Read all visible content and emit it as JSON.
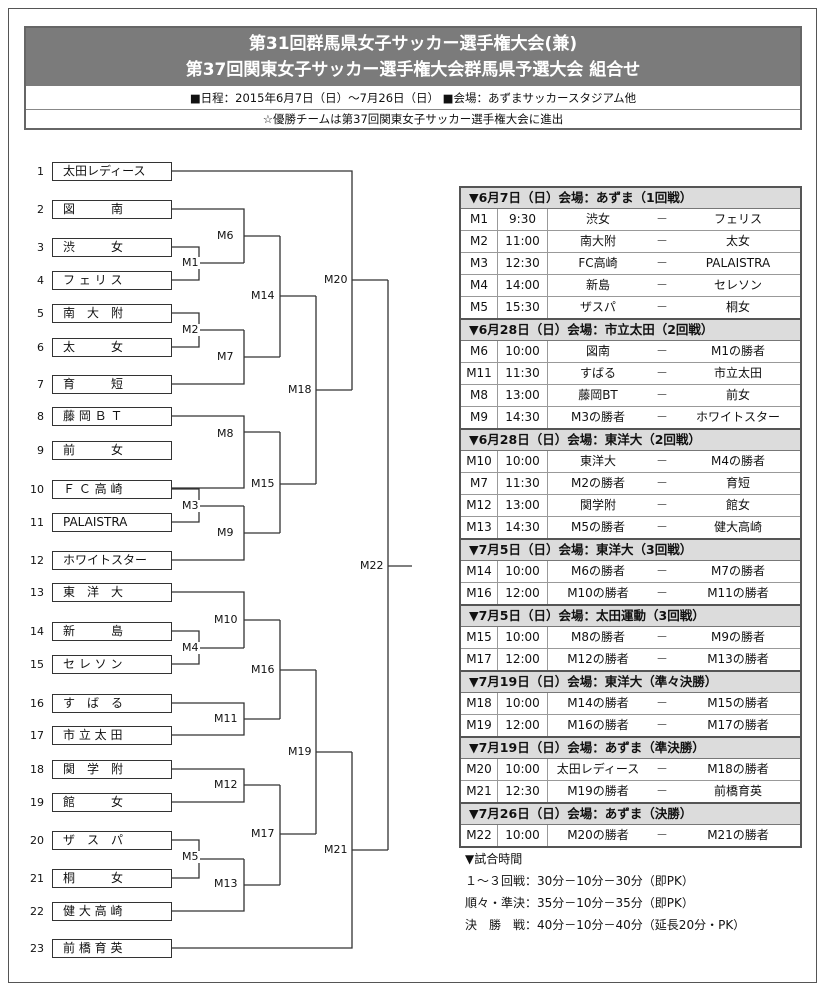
{
  "header": {
    "title_line1": "第31回群馬県女子サッカー選手権大会(兼)",
    "title_line2": "第37回関東女子サッカー選手権大会群馬県予選大会 組合せ",
    "info": "■日程：2015年6月7日（日）～7月26日（日） ■会場：あずまサッカースタジアム他",
    "note": "☆優勝チームは第37回関東女子サッカー選手権大会に進出"
  },
  "teams": [
    {
      "no": "1",
      "name": "太田レディース"
    },
    {
      "no": "2",
      "name": "図　　　南"
    },
    {
      "no": "3",
      "name": "渋　　　女"
    },
    {
      "no": "4",
      "name": "フ ェ リ ス"
    },
    {
      "no": "5",
      "name": "南　大　附"
    },
    {
      "no": "6",
      "name": "太　　　女"
    },
    {
      "no": "7",
      "name": "育　　　短"
    },
    {
      "no": "8",
      "name": "藤 岡 Ｂ Ｔ"
    },
    {
      "no": "9",
      "name": "前　　　女"
    },
    {
      "no": "10",
      "name": "Ｆ Ｃ 高 崎"
    },
    {
      "no": "11",
      "name": "PALAISTRA"
    },
    {
      "no": "12",
      "name": "ホワイトスター"
    },
    {
      "no": "13",
      "name": "東　洋　大"
    },
    {
      "no": "14",
      "name": "新　　　島"
    },
    {
      "no": "15",
      "name": "セ レ ソ ン"
    },
    {
      "no": "16",
      "name": "す　ば　る"
    },
    {
      "no": "17",
      "name": "市 立 太 田"
    },
    {
      "no": "18",
      "name": "関　学　附"
    },
    {
      "no": "19",
      "name": "館　　　女"
    },
    {
      "no": "20",
      "name": "ザ　ス　パ"
    },
    {
      "no": "21",
      "name": "桐　　　女"
    },
    {
      "no": "22",
      "name": "健 大 高 崎"
    },
    {
      "no": "23",
      "name": "前 橋 育 英"
    }
  ],
  "match_labels": {
    "M1": "M1",
    "M2": "M2",
    "M3": "M3",
    "M4": "M4",
    "M5": "M5",
    "M6": "M6",
    "M7": "M7",
    "M8": "M8",
    "M9": "M9",
    "M10": "M10",
    "M11": "M11",
    "M12": "M12",
    "M13": "M13",
    "M14": "M14",
    "M15": "M15",
    "M16": "M16",
    "M17": "M17",
    "M18": "M18",
    "M19": "M19",
    "M20": "M20",
    "M21": "M21",
    "M22": "M22"
  },
  "schedule": [
    {
      "header": "▼6月7日（日）会場：あずま（1回戦）",
      "rows": [
        {
          "id": "M1",
          "time": "9:30",
          "home": "渋女",
          "sep": "－",
          "away": "フェリス"
        },
        {
          "id": "M2",
          "time": "11:00",
          "home": "南大附",
          "sep": "－",
          "away": "太女"
        },
        {
          "id": "M3",
          "time": "12:30",
          "home": "FC高崎",
          "sep": "－",
          "away": "PALAISTRA"
        },
        {
          "id": "M4",
          "time": "14:00",
          "home": "新島",
          "sep": "－",
          "away": "セレソン"
        },
        {
          "id": "M5",
          "time": "15:30",
          "home": "ザスパ",
          "sep": "－",
          "away": "桐女"
        }
      ]
    },
    {
      "header": "▼6月28日（日）会場：市立太田（2回戦）",
      "rows": [
        {
          "id": "M6",
          "time": "10:00",
          "home": "図南",
          "sep": "－",
          "away": "M1の勝者"
        },
        {
          "id": "M11",
          "time": "11:30",
          "home": "すばる",
          "sep": "－",
          "away": "市立太田"
        },
        {
          "id": "M8",
          "time": "13:00",
          "home": "藤岡BT",
          "sep": "－",
          "away": "前女"
        },
        {
          "id": "M9",
          "time": "14:30",
          "home": "M3の勝者",
          "sep": "－",
          "away": "ホワイトスター"
        }
      ]
    },
    {
      "header": "▼6月28日（日）会場：東洋大（2回戦）",
      "rows": [
        {
          "id": "M10",
          "time": "10:00",
          "home": "東洋大",
          "sep": "－",
          "away": "M4の勝者"
        },
        {
          "id": "M7",
          "time": "11:30",
          "home": "M2の勝者",
          "sep": "－",
          "away": "育短"
        },
        {
          "id": "M12",
          "time": "13:00",
          "home": "関学附",
          "sep": "－",
          "away": "館女"
        },
        {
          "id": "M13",
          "time": "14:30",
          "home": "M5の勝者",
          "sep": "－",
          "away": "健大高崎"
        }
      ]
    },
    {
      "header": "▼7月5日（日）会場：東洋大（3回戦）",
      "rows": [
        {
          "id": "M14",
          "time": "10:00",
          "home": "M6の勝者",
          "sep": "－",
          "away": "M7の勝者"
        },
        {
          "id": "M16",
          "time": "12:00",
          "home": "M10の勝者",
          "sep": "－",
          "away": "M11の勝者"
        }
      ]
    },
    {
      "header": "▼7月5日（日）会場：太田運動（3回戦）",
      "rows": [
        {
          "id": "M15",
          "time": "10:00",
          "home": "M8の勝者",
          "sep": "－",
          "away": "M9の勝者"
        },
        {
          "id": "M17",
          "time": "12:00",
          "home": "M12の勝者",
          "sep": "－",
          "away": "M13の勝者"
        }
      ]
    },
    {
      "header": "▼7月19日（日）会場：東洋大（準々決勝）",
      "rows": [
        {
          "id": "M18",
          "time": "10:00",
          "home": "M14の勝者",
          "sep": "－",
          "away": "M15の勝者"
        },
        {
          "id": "M19",
          "time": "12:00",
          "home": "M16の勝者",
          "sep": "－",
          "away": "M17の勝者"
        }
      ]
    },
    {
      "header": "▼7月19日（日）会場：あずま（準決勝）",
      "rows": [
        {
          "id": "M20",
          "time": "10:00",
          "home": "太田レディース",
          "sep": "－",
          "away": "M18の勝者"
        },
        {
          "id": "M21",
          "time": "12:30",
          "home": "M19の勝者",
          "sep": "－",
          "away": "前橋育英"
        }
      ]
    },
    {
      "header": "▼7月26日（日）会場：あずま（決勝）",
      "rows": [
        {
          "id": "M22",
          "time": "10:00",
          "home": "M20の勝者",
          "sep": "－",
          "away": "M21の勝者"
        }
      ]
    }
  ],
  "notes": {
    "title": "▼試合時間",
    "line1": "１～３回戦：30分－10分－30分（即PK）",
    "line2": "順々・準決：35分－10分－35分（即PK）",
    "line3": "決　勝　戦：40分－10分－40分（延長20分・PK）"
  }
}
